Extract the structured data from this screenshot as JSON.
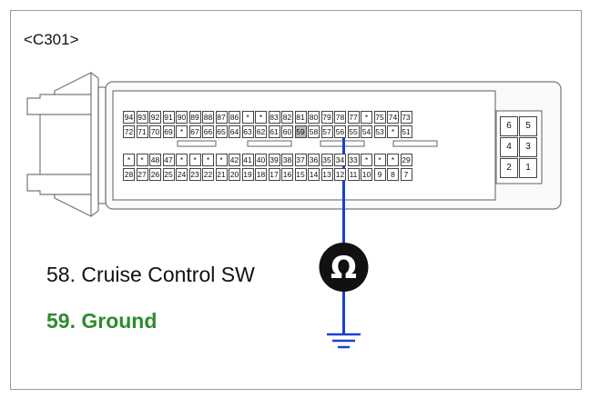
{
  "connector": {
    "name": "<C301>"
  },
  "pins": {
    "row1": [
      "94",
      "93",
      "92",
      "91",
      "90",
      "89",
      "88",
      "87",
      "86",
      "*",
      "*",
      "83",
      "82",
      "81",
      "80",
      "79",
      "78",
      "77",
      "*",
      "75",
      "74",
      "73"
    ],
    "row2": [
      "72",
      "71",
      "70",
      "69",
      "*",
      "67",
      "66",
      "65",
      "64",
      "63",
      "62",
      "61",
      "60",
      "59",
      "58",
      "57",
      "56",
      "55",
      "54",
      "53",
      "*",
      "51"
    ],
    "row3": [
      "*",
      "*",
      "48",
      "47",
      "*",
      "*",
      "*",
      "*",
      "42",
      "41",
      "40",
      "39",
      "38",
      "37",
      "36",
      "35",
      "34",
      "33",
      "*",
      "*",
      "*",
      "29"
    ],
    "row4": [
      "28",
      "27",
      "26",
      "25",
      "24",
      "23",
      "22",
      "21",
      "20",
      "19",
      "18",
      "17",
      "16",
      "15",
      "14",
      "13",
      "12",
      "11",
      "10",
      "9",
      "8",
      "7"
    ],
    "side": [
      [
        "6",
        "5"
      ],
      [
        "4",
        "3"
      ],
      [
        "2",
        "1"
      ]
    ],
    "highlighted": [
      "59"
    ]
  },
  "meter": {
    "symbol": "Ω",
    "icon": "ohmmeter-icon"
  },
  "labels": {
    "pin58": "58. Cruise Control SW",
    "pin59": "59. Ground"
  },
  "colors": {
    "probe_wire": "#1a3fd6",
    "ground_label": "#2e8b2e",
    "meter": "#111111"
  }
}
